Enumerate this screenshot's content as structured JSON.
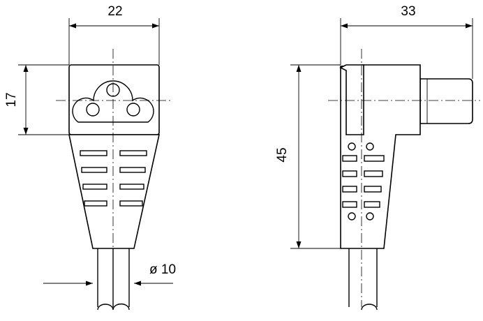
{
  "dimensions": {
    "width_front": "22",
    "height_front": "17",
    "cable_diameter": "ø  10",
    "depth_side": "33",
    "height_side": "45"
  }
}
